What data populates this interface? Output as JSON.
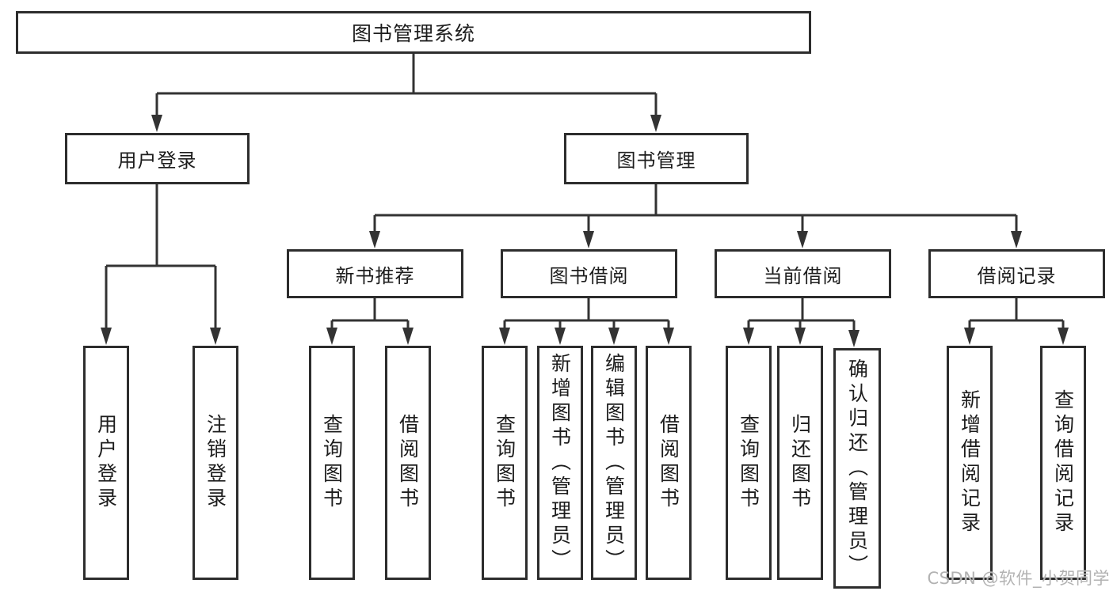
{
  "tree": {
    "label": "图书管理系统",
    "children": [
      {
        "label": "用户登录",
        "children": [
          {
            "label": "用户登录"
          },
          {
            "label": "注销登录"
          }
        ]
      },
      {
        "label": "图书管理",
        "children": [
          {
            "label": "新书推荐",
            "children": [
              {
                "label": "查询图书"
              },
              {
                "label": "借阅图书"
              }
            ]
          },
          {
            "label": "图书借阅",
            "children": [
              {
                "label": "查询图书"
              },
              {
                "label": "新增图书（管理员）"
              },
              {
                "label": "编辑图书（管理员）"
              },
              {
                "label": "借阅图书"
              }
            ]
          },
          {
            "label": "当前借阅",
            "children": [
              {
                "label": "查询图书"
              },
              {
                "label": "归还图书"
              },
              {
                "label": "确认归还（管理员）"
              }
            ]
          },
          {
            "label": "借阅记录",
            "children": [
              {
                "label": "新增借阅记录"
              },
              {
                "label": "查询借阅记录"
              }
            ]
          }
        ]
      }
    ]
  },
  "watermark": "CSDN @软件_小贺同学",
  "colors": {
    "line": "#333333",
    "box_border": "#2d2d2d",
    "text": "#1d1d1d",
    "watermark": "#b2b2b2",
    "background": "#ffffff"
  }
}
